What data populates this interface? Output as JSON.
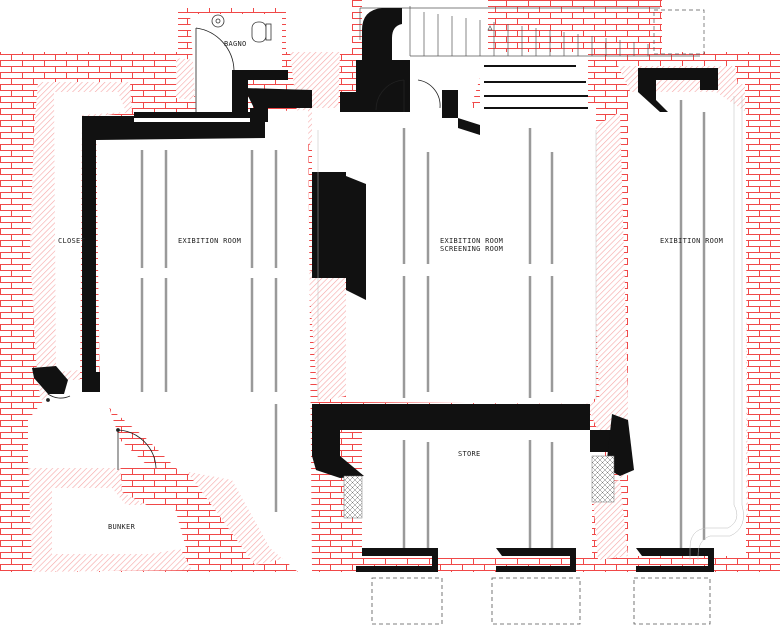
{
  "labels": {
    "bagno": "BAGNO",
    "closet": "CLOSET",
    "exhibition_left": "EXIBITION ROOM",
    "exhibition_center": "EXIBITION ROOM",
    "screening": "SCREENING ROOM",
    "exhibition_right": "EXIBITION ROOM",
    "store": "STORE",
    "bunker": "BUNKER"
  },
  "colors": {
    "brick_line": "#f04848",
    "hatch": "#f6a6a6",
    "wall": "#111111",
    "light": "#9a9a9a",
    "dash": "#555555"
  }
}
